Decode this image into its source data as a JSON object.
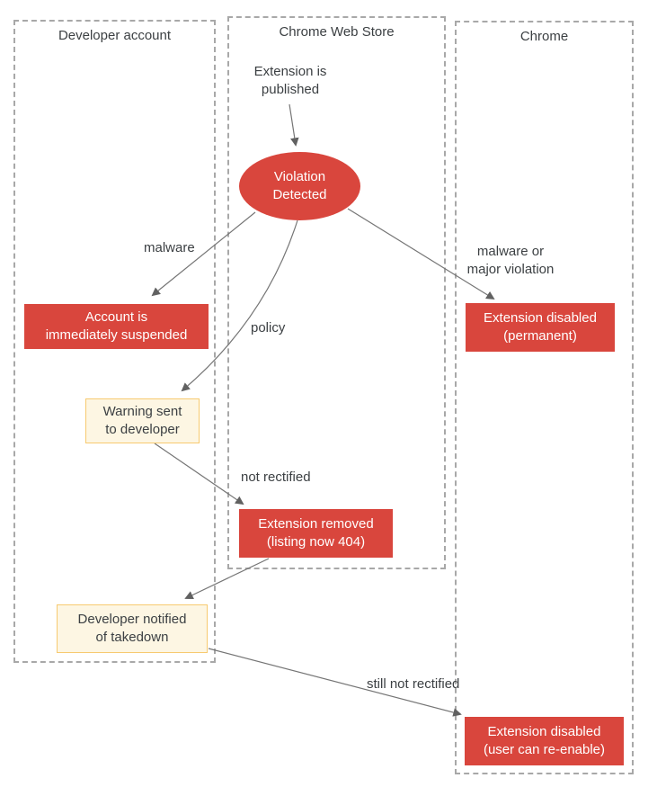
{
  "diagram": {
    "lanes": [
      {
        "label": "Developer account"
      },
      {
        "label": "Chrome Web Store"
      },
      {
        "label": "Chrome"
      }
    ],
    "nodes": {
      "published": {
        "text": "Extension is\npublished"
      },
      "violation": {
        "text": "Violation\nDetected"
      },
      "suspended": {
        "text": "Account is\nimmediately suspended"
      },
      "warning": {
        "text": "Warning sent\nto developer"
      },
      "permanent": {
        "text": "Extension disabled\n(permanent)"
      },
      "removed": {
        "text": "Extension removed\n(listing now 404)"
      },
      "notified": {
        "text": "Developer notified\nof takedown"
      },
      "reenable": {
        "text": "Extension disabled\n(user can re-enable)"
      }
    },
    "edge_labels": {
      "malware": "malware",
      "policy": "policy",
      "malware_or_major": "malware or\nmajor violation",
      "not_rectified": "not rectified",
      "still_not_rectified": "still not rectified"
    },
    "colors": {
      "node_red": "#d9463d",
      "node_yellow_fill": "#fdf6e3",
      "node_yellow_border": "#f7ca70",
      "text_dark": "#3c4043",
      "arrow_line": "#757575",
      "arrowhead": "#616161",
      "lane_border": "#a8a8a8"
    }
  }
}
